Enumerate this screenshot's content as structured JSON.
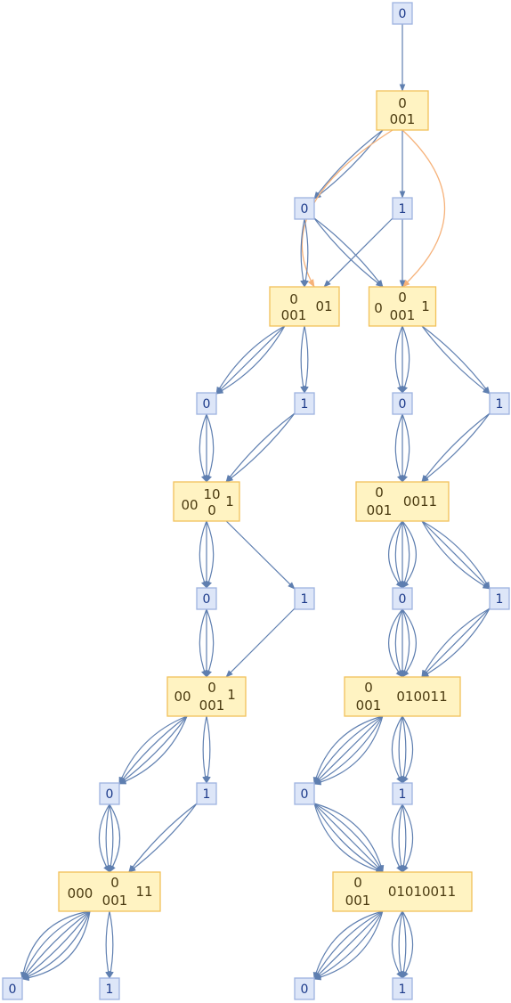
{
  "colors": {
    "small_fill": "#dde6f8",
    "small_stroke": "#9fb3e0",
    "small_text": "#1c3a8a",
    "big_fill": "#fff3c2",
    "big_stroke": "#f2c15a",
    "big_text": "#4a3a10",
    "edge_blue": "#5f7fb0",
    "edge_orange": "#f6b27a"
  },
  "nodes": [
    {
      "id": "n0",
      "kind": "small",
      "lines": [
        "0"
      ]
    },
    {
      "id": "n1",
      "kind": "big",
      "lines": [
        "0",
        "001"
      ]
    },
    {
      "id": "n2",
      "kind": "small",
      "lines": [
        "0"
      ]
    },
    {
      "id": "n3",
      "kind": "small",
      "lines": [
        "1"
      ]
    },
    {
      "id": "n4",
      "kind": "big",
      "lines": [
        "0",
        "001",
        "01"
      ]
    },
    {
      "id": "n5",
      "kind": "big",
      "lines": [
        "0",
        "0",
        "001",
        "1"
      ]
    },
    {
      "id": "n6",
      "kind": "small",
      "lines": [
        "0"
      ]
    },
    {
      "id": "n7",
      "kind": "small",
      "lines": [
        "1"
      ]
    },
    {
      "id": "n8",
      "kind": "small",
      "lines": [
        "0"
      ]
    },
    {
      "id": "n9",
      "kind": "small",
      "lines": [
        "1"
      ]
    },
    {
      "id": "n10",
      "kind": "big",
      "lines": [
        "00",
        "10",
        "0",
        "1"
      ]
    },
    {
      "id": "n11",
      "kind": "big",
      "lines": [
        "0",
        "001",
        "0011"
      ]
    },
    {
      "id": "n12",
      "kind": "small",
      "lines": [
        "0"
      ]
    },
    {
      "id": "n13",
      "kind": "small",
      "lines": [
        "1"
      ]
    },
    {
      "id": "n14",
      "kind": "small",
      "lines": [
        "0"
      ]
    },
    {
      "id": "n15",
      "kind": "small",
      "lines": [
        "1"
      ]
    },
    {
      "id": "n16",
      "kind": "big",
      "lines": [
        "00",
        "0",
        "001",
        "1"
      ]
    },
    {
      "id": "n17",
      "kind": "big",
      "lines": [
        "0",
        "001",
        "010011"
      ]
    },
    {
      "id": "n18",
      "kind": "small",
      "lines": [
        "0"
      ]
    },
    {
      "id": "n19",
      "kind": "small",
      "lines": [
        "1"
      ]
    },
    {
      "id": "n20",
      "kind": "small",
      "lines": [
        "0"
      ]
    },
    {
      "id": "n21",
      "kind": "small",
      "lines": [
        "1"
      ]
    },
    {
      "id": "n22",
      "kind": "big",
      "lines": [
        "000",
        "0",
        "001",
        "11"
      ]
    },
    {
      "id": "n23",
      "kind": "big",
      "lines": [
        "0",
        "001",
        "01010011"
      ]
    },
    {
      "id": "n24",
      "kind": "small",
      "lines": [
        "0"
      ]
    },
    {
      "id": "n25",
      "kind": "small",
      "lines": [
        "1"
      ]
    },
    {
      "id": "n26",
      "kind": "small",
      "lines": [
        "0"
      ]
    },
    {
      "id": "n27",
      "kind": "small",
      "lines": [
        "1"
      ]
    }
  ],
  "edges": [
    {
      "from": "n0",
      "to": "n1",
      "count": 1,
      "color": "blue"
    },
    {
      "from": "n1",
      "to": "n2",
      "count": 2,
      "color": "blue"
    },
    {
      "from": "n1",
      "to": "n3",
      "count": 1,
      "color": "blue"
    },
    {
      "from": "n1",
      "to": "n4",
      "count": 1,
      "color": "orange"
    },
    {
      "from": "n1",
      "to": "n5",
      "count": 1,
      "color": "orange"
    },
    {
      "from": "n2",
      "to": "n4",
      "count": 2,
      "color": "blue"
    },
    {
      "from": "n2",
      "to": "n5",
      "count": 2,
      "color": "blue"
    },
    {
      "from": "n3",
      "to": "n4",
      "count": 1,
      "color": "blue"
    },
    {
      "from": "n3",
      "to": "n5",
      "count": 1,
      "color": "blue"
    },
    {
      "from": "n4",
      "to": "n6",
      "count": 3,
      "color": "blue"
    },
    {
      "from": "n4",
      "to": "n7",
      "count": 2,
      "color": "blue"
    },
    {
      "from": "n5",
      "to": "n8",
      "count": 3,
      "color": "blue"
    },
    {
      "from": "n5",
      "to": "n9",
      "count": 2,
      "color": "blue"
    },
    {
      "from": "n6",
      "to": "n10",
      "count": 3,
      "color": "blue"
    },
    {
      "from": "n7",
      "to": "n10",
      "count": 2,
      "color": "blue"
    },
    {
      "from": "n8",
      "to": "n11",
      "count": 3,
      "color": "blue"
    },
    {
      "from": "n9",
      "to": "n11",
      "count": 2,
      "color": "blue"
    },
    {
      "from": "n10",
      "to": "n12",
      "count": 3,
      "color": "blue"
    },
    {
      "from": "n10",
      "to": "n13",
      "count": 1,
      "color": "blue"
    },
    {
      "from": "n11",
      "to": "n14",
      "count": 5,
      "color": "blue"
    },
    {
      "from": "n11",
      "to": "n15",
      "count": 3,
      "color": "blue"
    },
    {
      "from": "n12",
      "to": "n16",
      "count": 3,
      "color": "blue"
    },
    {
      "from": "n13",
      "to": "n16",
      "count": 1,
      "color": "blue"
    },
    {
      "from": "n14",
      "to": "n17",
      "count": 5,
      "color": "blue"
    },
    {
      "from": "n15",
      "to": "n17",
      "count": 3,
      "color": "blue"
    },
    {
      "from": "n16",
      "to": "n18",
      "count": 4,
      "color": "blue"
    },
    {
      "from": "n16",
      "to": "n19",
      "count": 2,
      "color": "blue"
    },
    {
      "from": "n17",
      "to": "n20",
      "count": 5,
      "color": "blue"
    },
    {
      "from": "n17",
      "to": "n21",
      "count": 4,
      "color": "blue"
    },
    {
      "from": "n18",
      "to": "n22",
      "count": 4,
      "color": "blue"
    },
    {
      "from": "n19",
      "to": "n22",
      "count": 2,
      "color": "blue"
    },
    {
      "from": "n20",
      "to": "n23",
      "count": 5,
      "color": "blue"
    },
    {
      "from": "n21",
      "to": "n23",
      "count": 4,
      "color": "blue"
    },
    {
      "from": "n22",
      "to": "n24",
      "count": 6,
      "color": "blue"
    },
    {
      "from": "n22",
      "to": "n25",
      "count": 2,
      "color": "blue"
    },
    {
      "from": "n23",
      "to": "n26",
      "count": 5,
      "color": "blue"
    },
    {
      "from": "n23",
      "to": "n27",
      "count": 4,
      "color": "blue"
    }
  ]
}
